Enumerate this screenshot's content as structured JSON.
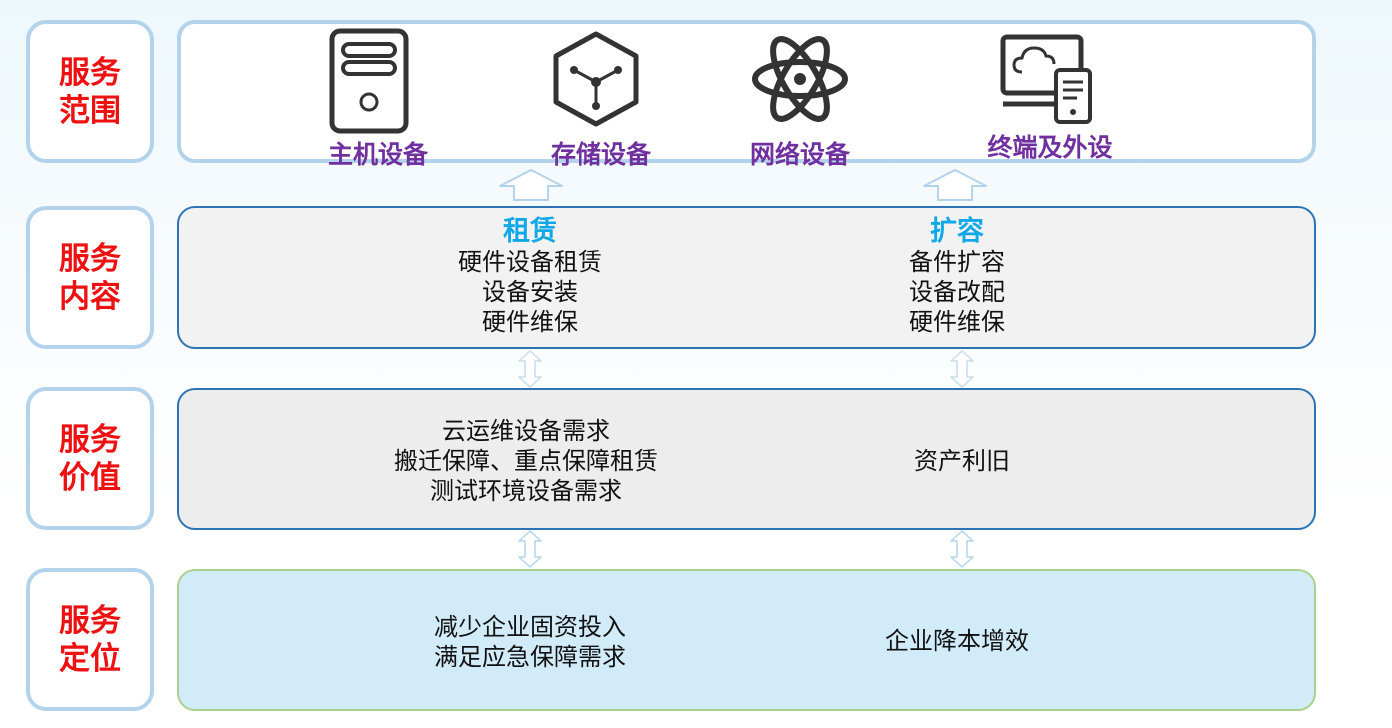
{
  "labels": {
    "scope": "服务\n范围",
    "content": "服务\n内容",
    "value": "服务\n价值",
    "position": "服务\n定位"
  },
  "scope": {
    "devices": [
      {
        "icon": "server-icon",
        "label": "主机设备"
      },
      {
        "icon": "storage-icon",
        "label": "存储设备"
      },
      {
        "icon": "atom-network-icon",
        "label": "网络设备"
      },
      {
        "icon": "terminal-icon",
        "label": "终端及外设"
      }
    ]
  },
  "content": {
    "left": {
      "title": "租赁",
      "items": [
        "硬件设备租赁",
        "设备安装",
        "硬件维保"
      ]
    },
    "right": {
      "title": "扩容",
      "items": [
        "备件扩容",
        "设备改配",
        "硬件维保"
      ]
    }
  },
  "value": {
    "left": [
      "云运维设备需求",
      "搬迁保障、重点保障租赁",
      "测试环境设备需求"
    ],
    "right": [
      "资产利旧"
    ]
  },
  "position": {
    "left": [
      "减少企业固资投入",
      "满足应急保障需求"
    ],
    "right": [
      "企业降本增效"
    ]
  },
  "colors": {
    "label_text": "#ee1111",
    "device_label": "#7030a0",
    "column_title": "#11a8e8",
    "label_border": "#b3d3ec",
    "content_border": "#2e74b5",
    "position_border": "#a9d18e",
    "position_fill": "#d2ebf9"
  }
}
